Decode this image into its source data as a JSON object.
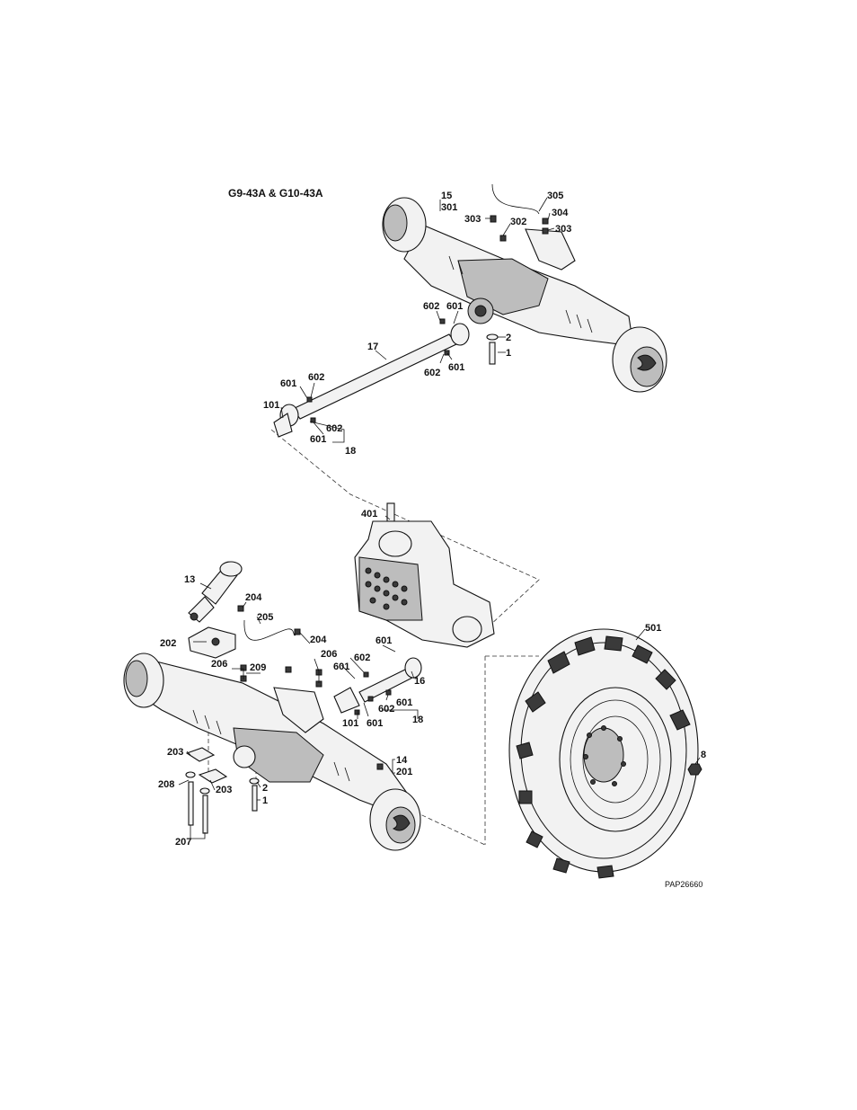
{
  "title": "G9-43A & G10-43A",
  "figure_code": "PAP26660",
  "callouts": {
    "c15": "15",
    "c301": "301",
    "c303a": "303",
    "c302": "302",
    "c305": "305",
    "c304": "304",
    "c303b": "303",
    "c602a": "602",
    "c601a": "601",
    "c2a": "2",
    "c1a": "1",
    "c17": "17",
    "c602b": "602",
    "c601b": "601",
    "c601c": "601",
    "c602c": "602",
    "c101a": "101",
    "c602d": "602",
    "c601d": "601",
    "c18a": "18",
    "c401": "401",
    "c13": "13",
    "c204a": "204",
    "c205": "205",
    "c202": "202",
    "c204b": "204",
    "c206a": "206",
    "c601e": "601",
    "c206b": "206",
    "c209": "209",
    "c602e": "602",
    "c601f": "601",
    "c16": "16",
    "c601g": "601",
    "c101b": "101",
    "c602f": "602",
    "c601h": "601",
    "c18b": "18",
    "c501": "501",
    "c203a": "203",
    "c14": "14",
    "c201": "201",
    "c208": "208",
    "c2b": "2",
    "c203b": "203",
    "c1b": "1",
    "c207": "207",
    "c8": "8"
  }
}
